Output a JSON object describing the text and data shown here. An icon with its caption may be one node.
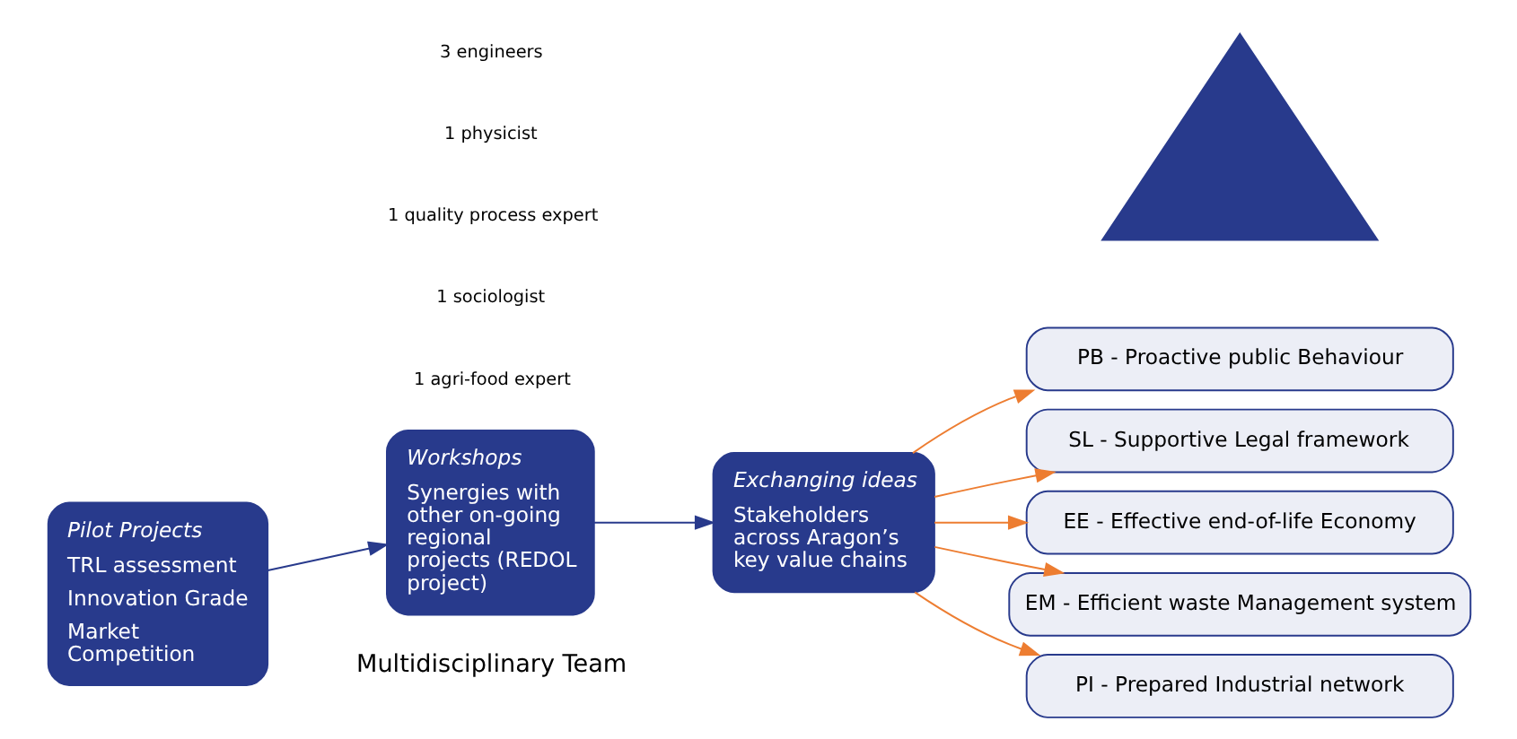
{
  "diagram": {
    "nodes": [
      {
        "text": [
          "Pilot Projects",
          "TRL assessment",
          "Innovation Grade",
          "Market Competition"
        ]
      },
      {
        "text": [
          "Workshops",
          "Synergies with other on-going regional projects (REDOL project)"
        ]
      },
      {
        "text": [
          "Exchanging ideas",
          "Stakeholders across Aragon’s key value chains"
        ]
      },
      {
        "text": [],
        "shape": "triangle"
      },
      {
        "text": [
          "PB - Proactive public Behaviour"
        ]
      },
      {
        "text": [
          "SL - Supportive Legal framework"
        ]
      },
      {
        "text": [
          "EE - Effective end-of-life Economy"
        ]
      },
      {
        "text": [
          "EM - Efficient waste Management system"
        ]
      },
      {
        "text": [
          "PI - Prepared Industrial network"
        ]
      }
    ],
    "edges": [
      {
        "from": 0,
        "to": 1,
        "arrow": "to",
        "color": "#283a8c"
      },
      {
        "from": 1,
        "to": 2,
        "arrow": "to",
        "color": "#283a8c"
      },
      {
        "from": 2,
        "to": 4,
        "arrow": "to",
        "color": "#ed7d31"
      },
      {
        "from": 2,
        "to": 5,
        "arrow": "to",
        "color": "#ed7d31"
      },
      {
        "from": 2,
        "to": 6,
        "arrow": "to",
        "color": "#ed7d31"
      },
      {
        "from": 2,
        "to": 7,
        "arrow": "to",
        "color": "#ed7d31"
      },
      {
        "from": 2,
        "to": 8,
        "arrow": "to",
        "color": "#ed7d31"
      }
    ],
    "labels": [
      "Multidisciplinary Team",
      "3 engineers",
      "1 physicist",
      "1 quality process expert",
      "1 sociologist",
      "1 agri-food expert"
    ]
  }
}
